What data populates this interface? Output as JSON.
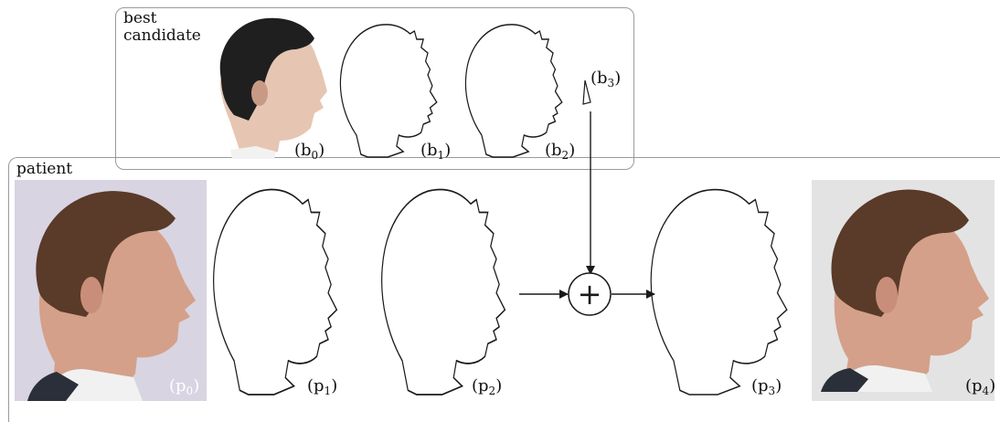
{
  "best_panel": {
    "title": "best\ncandidate"
  },
  "patient_panel": {
    "title": "patient"
  },
  "labels": {
    "b0": {
      "main": "(b",
      "sub": "0",
      "close": ")"
    },
    "b1": {
      "main": "(b",
      "sub": "1",
      "close": ")"
    },
    "b2": {
      "main": "(b",
      "sub": "2",
      "close": ")"
    },
    "b3": {
      "main": "(b",
      "sub": "3",
      "close": ")"
    },
    "p0": {
      "main": "(p",
      "sub": "0",
      "close": ")"
    },
    "p1": {
      "main": "(p",
      "sub": "1",
      "close": ")"
    },
    "p2": {
      "main": "(p",
      "sub": "2",
      "close": ")"
    },
    "p3": {
      "main": "(p",
      "sub": "3",
      "close": ")"
    },
    "p4": {
      "main": "(p",
      "sub": "4",
      "close": ")"
    }
  },
  "operator": {
    "symbol": "+"
  },
  "colors": {
    "outline": "#1a1a1a",
    "patient_photo_bg": "#d8d4e2",
    "final_photo_bg": "#e3e3e3",
    "hair_dark": "#1f1f1f",
    "hair_brown": "#5a3a28",
    "skin": "#d6a48e",
    "shirt": "#f3f3f3",
    "sweater": "#2a2f3a"
  }
}
